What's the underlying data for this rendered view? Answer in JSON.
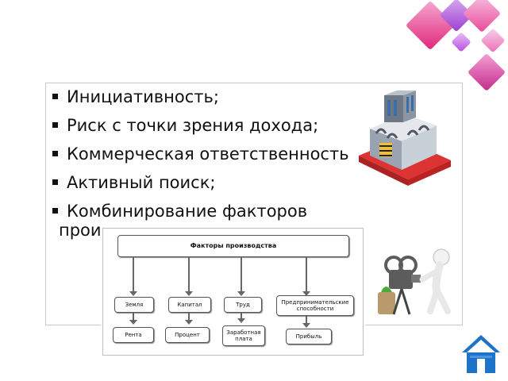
{
  "slide": {
    "bullets": [
      "Инициативность;",
      "Риск с точки зрения дохода;",
      "Коммерческая ответственность",
      "Активный поиск;",
      "Комбинирование факторов",
      "производства"
    ]
  },
  "diagram": {
    "header": "Факторы производства",
    "factors": [
      "Земля",
      "Капитал",
      "Труд",
      "Предпринимательские способности"
    ],
    "incomes": [
      "Рента",
      "Процент",
      "Заработная плата",
      "Прибыль"
    ]
  },
  "colors": {
    "accent_magenta": "#e0287a",
    "accent_pink": "#f06ab0",
    "accent_purple": "#a04ad0",
    "home_blue": "#1e73c8"
  },
  "icons": {
    "factory": "factory-icon",
    "robot": "person-with-camera-icon",
    "home": "home-icon"
  }
}
